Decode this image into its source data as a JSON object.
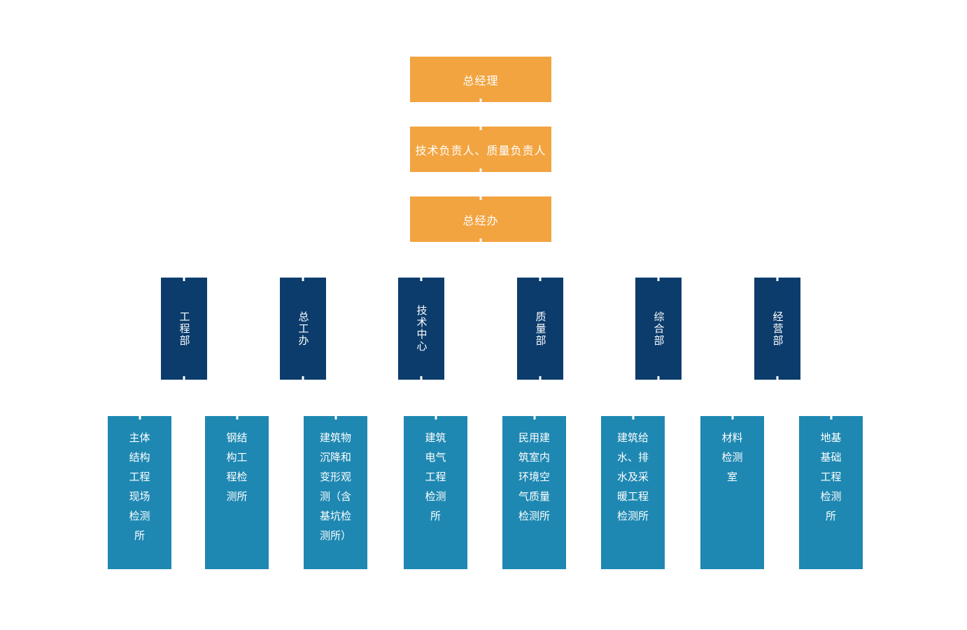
{
  "diagram": {
    "type": "org-chart",
    "level1": [
      {
        "label": "总经理"
      },
      {
        "label": "技术负责人、质量负责人"
      },
      {
        "label": "总经办"
      }
    ],
    "level2": [
      {
        "label": "工程部"
      },
      {
        "label": "总工办"
      },
      {
        "label": "技术中心"
      },
      {
        "label": "质量部"
      },
      {
        "label": "综合部"
      },
      {
        "label": "经营部"
      }
    ],
    "level3": [
      {
        "label": "主体结构工程现场检测所",
        "lines": [
          "主体",
          "结构",
          "工程",
          "现场",
          "检测",
          "所"
        ]
      },
      {
        "label": "钢结构工程检测所",
        "lines": [
          "钢结",
          "构工",
          "程检",
          "测所"
        ]
      },
      {
        "label": "建筑物沉降和变形观测（含基坑检测所）",
        "lines": [
          "建筑物",
          "沉降和",
          "变形观",
          "测（含",
          "基坑检",
          "测所）"
        ]
      },
      {
        "label": "建筑电气工程检测所",
        "lines": [
          "建筑",
          "电气",
          "工程",
          "检测",
          "所"
        ]
      },
      {
        "label": "民用建筑室内环境空气质量检测所",
        "lines": [
          "民用建",
          "筑室内",
          "环境空",
          "气质量",
          "检测所"
        ]
      },
      {
        "label": "建筑给水、排水及采暖工程检测所",
        "lines": [
          "建筑给",
          "水、排",
          "水及采",
          "暖工程",
          "检测所"
        ]
      },
      {
        "label": "材料检测室",
        "lines": [
          "材料",
          "检测",
          "室"
        ]
      },
      {
        "label": "地基基础工程检测所",
        "lines": [
          "地基",
          "基础",
          "工程",
          "检测",
          "所"
        ]
      }
    ]
  },
  "colors": {
    "level1_bg": "#F2A440",
    "level2_bg": "#0B3C6C",
    "level3_bg": "#1E88B2",
    "box_text": "#FFFFFF",
    "page_bg": "#FFFFFF"
  }
}
